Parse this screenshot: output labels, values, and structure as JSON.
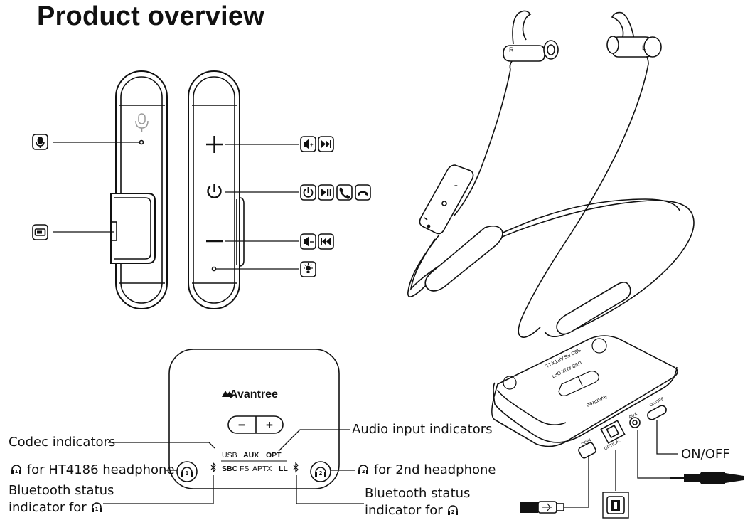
{
  "page": {
    "title": "Product overview"
  },
  "device_panel": {
    "brand": "Avantree",
    "minus_label": "−",
    "plus_label": "+",
    "input_row": [
      "USB",
      "AUX",
      "OPT"
    ],
    "codec_row": [
      "SBC",
      "FS",
      "APTX",
      "LL"
    ]
  },
  "callouts": {
    "codec": "Codec indicators",
    "audio_input": "Audio input indicators",
    "hp1": "for HT4186 headphone",
    "hp2": "for 2nd headphone",
    "bt1_line1": "Bluetooth status",
    "bt1_line2": "indicator for",
    "bt2_line1": "Bluetooth status",
    "bt2_line2": "indicator for",
    "onoff": "ON/OFF"
  },
  "earbuds": {
    "right": "R",
    "left": "L"
  },
  "port_labels": {
    "dcin": "DCIN",
    "optical": "OPTICAL",
    "aux": "AUX",
    "onoff": "On/OFF"
  },
  "icons": [
    "mic-icon",
    "charge-port-icon",
    "volume-up-icon",
    "next-track-icon",
    "power-icon",
    "play-pause-icon",
    "call-icon",
    "hang-up-icon",
    "volume-down-icon",
    "prev-track-icon",
    "led-light-icon",
    "bluetooth-icon",
    "headphone-1-icon",
    "headphone-2-icon",
    "usb-cable-icon",
    "audio-jack-icon",
    "optical-plug-icon"
  ]
}
